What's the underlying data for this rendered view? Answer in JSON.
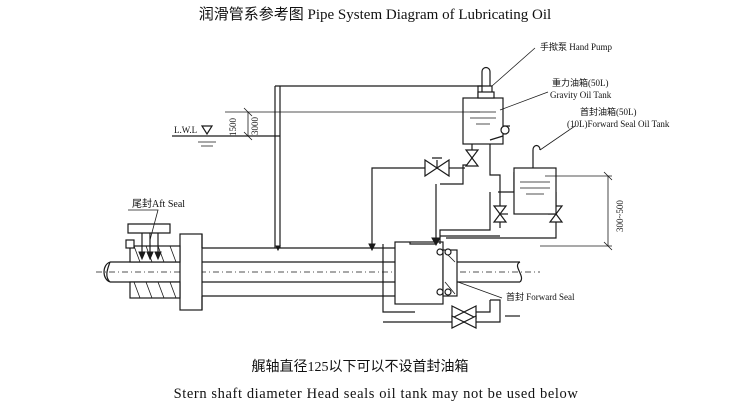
{
  "title": "润滑管系参考图 Pipe System Diagram of Lubricating Oil",
  "labels": {
    "hand_pump": "手揿泵 Hand Pump",
    "gravity_tank_cn": "重力油箱(50L)",
    "gravity_tank_en": "Gravity Oil Tank",
    "forward_tank_cn": "首封油箱(50L)",
    "forward_tank_en": "(10L)Forward Seal Oil Tank",
    "aft_seal": "尾封Aft Seal",
    "forward_seal": "首封 Forward Seal",
    "lwl": "L.W.L",
    "dim_1500": "1500",
    "dim_3000": "3000",
    "dim_300_500": "300~500"
  },
  "footer": {
    "note_cn": "艉轴直径125以下可以不设首封油箱",
    "note_en": "Stern shaft diameter Head seals oil tank may not be used below"
  }
}
